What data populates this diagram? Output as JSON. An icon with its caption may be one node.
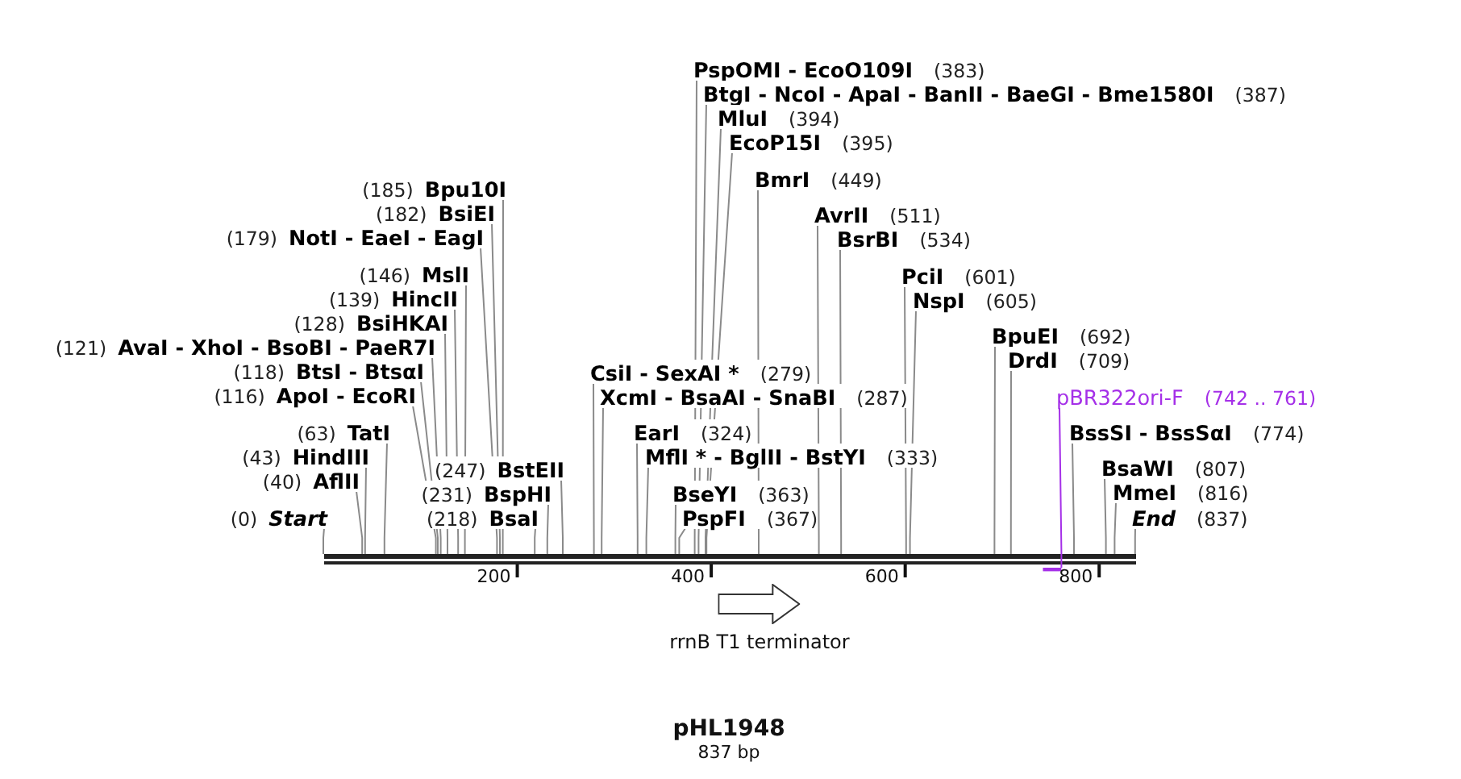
{
  "diagram": {
    "title": "pHL1948",
    "nodes": [
      {
        "text": [],
        "shape": "bar"
      },
      {
        "text": [
          "(0)",
          "Start"
        ]
      },
      {
        "text": [
          "(40)",
          "AflII"
        ]
      },
      {
        "text": [
          "(43)",
          "HindIII"
        ]
      },
      {
        "text": [
          "(63)",
          "TatI"
        ]
      },
      {
        "text": [
          "(116)",
          "ApoI - EcoRI"
        ]
      },
      {
        "text": [
          "(118)",
          "BtsI - BtsαI"
        ]
      },
      {
        "text": [
          "(121)",
          "AvaI - XhoI - BsoBI - PaeR7I"
        ]
      },
      {
        "text": [
          "(128)",
          "BsiHKAI"
        ]
      },
      {
        "text": [
          "(139)",
          "HincII"
        ]
      },
      {
        "text": [
          "(146)",
          "MslI"
        ]
      },
      {
        "text": [
          "(179)",
          "NotI - EaeI - EagI"
        ]
      },
      {
        "text": [
          "(182)",
          "BsiEI"
        ]
      },
      {
        "text": [
          "(185)",
          "Bpu10I"
        ]
      },
      {
        "text": [
          "(218)",
          "BsaI"
        ]
      },
      {
        "text": [
          "(231)",
          "BspHI"
        ]
      },
      {
        "text": [
          "(247)",
          "BstEII"
        ]
      },
      {
        "text": [
          "CsiI - SexAI *",
          "(279)"
        ]
      },
      {
        "text": [
          "XcmI - BsaAI - SnaBI",
          "(287)"
        ]
      },
      {
        "text": [
          "EarI",
          "(324)"
        ]
      },
      {
        "text": [
          "MflI * - BglII - BstYI",
          "(333)"
        ]
      },
      {
        "text": [
          "BseYI",
          "(363)"
        ]
      },
      {
        "text": [
          "PspFI",
          "(367)"
        ]
      },
      {
        "text": [
          "PspOMI - EcoO109I",
          "(383)"
        ]
      },
      {
        "text": [
          "BtgI - NcoI - ApaI - BanII - BaeGI - Bme1580I",
          "(387)"
        ]
      },
      {
        "text": [
          "MluI",
          "(394)"
        ]
      },
      {
        "text": [
          "EcoP15I",
          "(395)"
        ]
      },
      {
        "text": [
          "BmrI",
          "(449)"
        ]
      },
      {
        "text": [
          "AvrII",
          "(511)"
        ]
      },
      {
        "text": [
          "BsrBI",
          "(534)"
        ]
      },
      {
        "text": [
          "PciI",
          "(601)"
        ]
      },
      {
        "text": [
          "NspI",
          "(605)"
        ]
      },
      {
        "text": [
          "BpuEI",
          "(692)"
        ]
      },
      {
        "text": [
          "DrdI",
          "(709)"
        ]
      },
      {
        "text": [
          "pBR322ori-F",
          "(742 .. 761)"
        ]
      },
      {
        "text": [],
        "shape": "bar"
      },
      {
        "text": [
          "BssSI - BssSαI",
          "(774)"
        ]
      },
      {
        "text": [
          "BsaWI",
          "(807)"
        ]
      },
      {
        "text": [
          "MmeI",
          "(816)"
        ]
      },
      {
        "text": [
          "End",
          "(837)"
        ]
      },
      {
        "text": [
          "rrnB T1 terminator"
        ]
      }
    ],
    "edges": [
      {
        "from": 1,
        "to": 0,
        "arrow": "none"
      },
      {
        "from": 2,
        "to": 0,
        "arrow": "none"
      },
      {
        "from": 3,
        "to": 0,
        "arrow": "none"
      },
      {
        "from": 4,
        "to": 0,
        "arrow": "none"
      },
      {
        "from": 5,
        "to": 0,
        "arrow": "none"
      },
      {
        "from": 6,
        "to": 0,
        "arrow": "none"
      },
      {
        "from": 7,
        "to": 0,
        "arrow": "none"
      },
      {
        "from": 8,
        "to": 0,
        "arrow": "none"
      },
      {
        "from": 9,
        "to": 0,
        "arrow": "none"
      },
      {
        "from": 10,
        "to": 0,
        "arrow": "none"
      },
      {
        "from": 11,
        "to": 0,
        "arrow": "none"
      },
      {
        "from": 12,
        "to": 0,
        "arrow": "none"
      },
      {
        "from": 13,
        "to": 0,
        "arrow": "none"
      },
      {
        "from": 14,
        "to": 0,
        "arrow": "none"
      },
      {
        "from": 15,
        "to": 0,
        "arrow": "none"
      },
      {
        "from": 16,
        "to": 0,
        "arrow": "none"
      },
      {
        "from": 17,
        "to": 0,
        "arrow": "none"
      },
      {
        "from": 18,
        "to": 0,
        "arrow": "none"
      },
      {
        "from": 19,
        "to": 0,
        "arrow": "none"
      },
      {
        "from": 20,
        "to": 0,
        "arrow": "none"
      },
      {
        "from": 21,
        "to": 0,
        "arrow": "none"
      },
      {
        "from": 22,
        "to": 0,
        "arrow": "none"
      },
      {
        "from": 23,
        "to": 0,
        "arrow": "none"
      },
      {
        "from": 24,
        "to": 0,
        "arrow": "none"
      },
      {
        "from": 25,
        "to": 0,
        "arrow": "none"
      },
      {
        "from": 26,
        "to": 0,
        "arrow": "none"
      },
      {
        "from": 27,
        "to": 0,
        "arrow": "none"
      },
      {
        "from": 28,
        "to": 0,
        "arrow": "none"
      },
      {
        "from": 29,
        "to": 0,
        "arrow": "none"
      },
      {
        "from": 30,
        "to": 0,
        "arrow": "none"
      },
      {
        "from": 31,
        "to": 0,
        "arrow": "none"
      },
      {
        "from": 32,
        "to": 0,
        "arrow": "none"
      },
      {
        "from": 33,
        "to": 0,
        "arrow": "none"
      },
      {
        "from": 34,
        "to": 35,
        "arrow": "none",
        "color": "#a530e8"
      },
      {
        "from": 36,
        "to": 0,
        "arrow": "none"
      },
      {
        "from": 37,
        "to": 0,
        "arrow": "none"
      },
      {
        "from": 38,
        "to": 0,
        "arrow": "none"
      },
      {
        "from": 39,
        "to": 0,
        "arrow": "none"
      }
    ],
    "labels": [
      "200",
      "400",
      "600",
      "800",
      "837 bp"
    ]
  }
}
